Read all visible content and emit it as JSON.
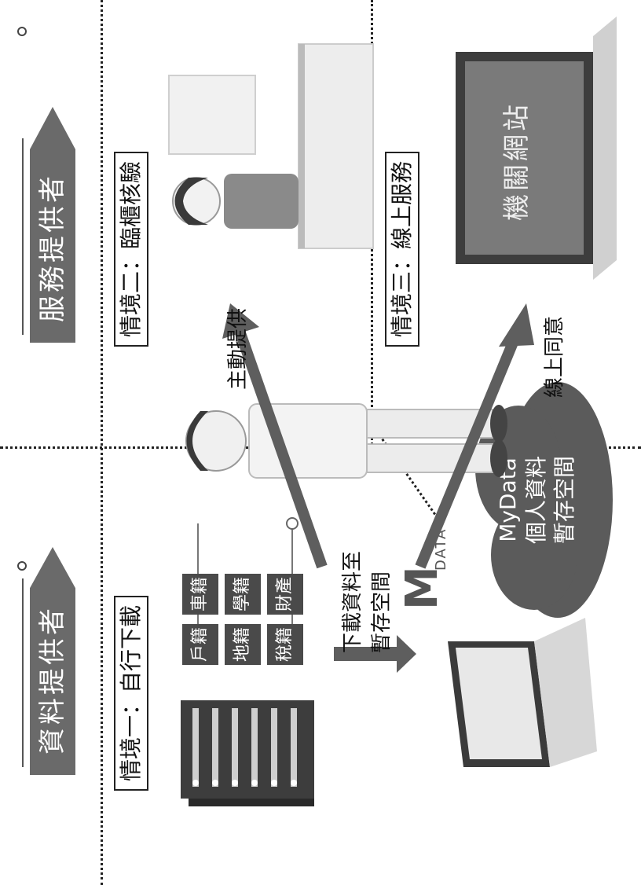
{
  "banners": {
    "data_provider": "資料提供者",
    "service_provider": "服務提供者"
  },
  "scenarios": {
    "one": "情境一：自行下載",
    "two": "情境二：臨櫃核驗",
    "three": "情境三：線上服務"
  },
  "arrows": {
    "download": "下載資料至",
    "download_2": "暫存空間",
    "active": "主動提供",
    "online_consent": "線上同意"
  },
  "documents": [
    "戶籍",
    "地籍",
    "稅籍",
    "車籍",
    "學籍",
    "財產"
  ],
  "mydata_logo": {
    "mark": "M",
    "text": "DATA"
  },
  "cloud": {
    "line1": "MyData",
    "line2": "個人資料",
    "line3": "暫存空間"
  },
  "laptop_screen": "機關網站",
  "colors": {
    "banner": "#6a6a6a",
    "arrow": "#5e5e5e",
    "card": "#4a4a4a"
  }
}
